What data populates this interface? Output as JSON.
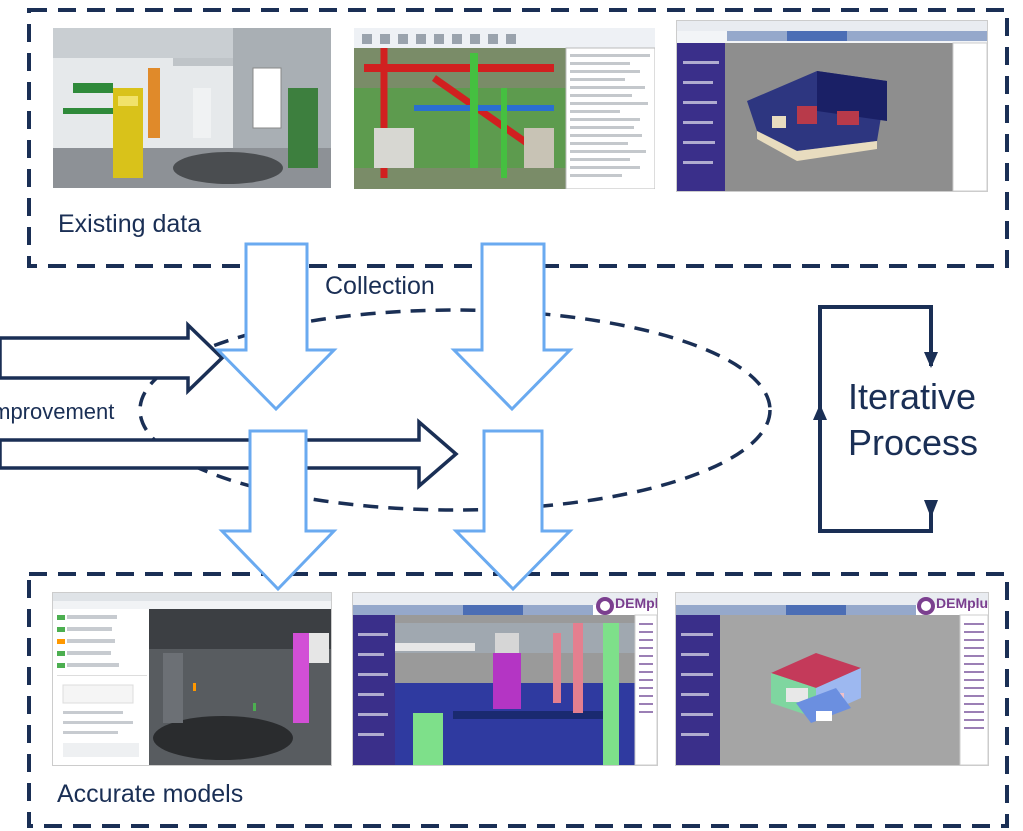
{
  "top_box": {
    "label": "Existing data"
  },
  "bottom_box": {
    "label": "Accurate models"
  },
  "flow_labels": {
    "collection": "Collection",
    "improvement": "Improvement"
  },
  "cycle": {
    "line1": "Iterative",
    "line2": "Process"
  },
  "thumbnails": {
    "top": [
      {
        "name": "plant interior render"
      },
      {
        "name": "BIM piping model with properties panel"
      },
      {
        "name": "building volume in viewer app"
      }
    ],
    "bottom": [
      {
        "name": "plant interior with annotation panel"
      },
      {
        "name": "DEMplus viewer with equipment model",
        "logo": "DEMplus"
      },
      {
        "name": "DEMplus viewer with exploded building model",
        "logo": "DEMplus"
      }
    ]
  },
  "colors": {
    "navy": "#1a2f55",
    "light_blue": "#6aaaf0",
    "logo_purple": "#7b3f8f"
  }
}
